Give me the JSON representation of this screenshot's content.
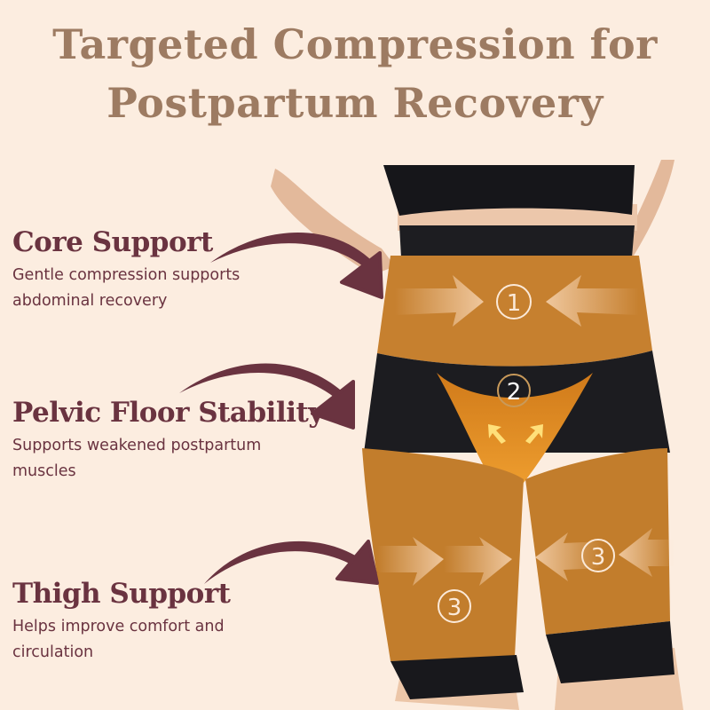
{
  "title": {
    "line1": "Targeted Compression for",
    "line2": "Postpartum Recovery"
  },
  "features": [
    {
      "heading": "Core Support",
      "description": "Gentle compression supports abdominal recovery",
      "zone_number": "1"
    },
    {
      "heading": "Pelvic Floor Stability",
      "description": "Supports weakened postpartum muscles",
      "zone_number": "2"
    },
    {
      "heading": "Thigh Support",
      "description": "Helps improve comfort and circulation",
      "zone_number": "3"
    }
  ],
  "zone_labels": {
    "zone1": "1",
    "zone2": "2",
    "zone3_left": "3",
    "zone3_right": "3"
  },
  "colors": {
    "background": "#fcede0",
    "title": "#9d7b62",
    "accent": "#6a3340",
    "highlight_orange": "#c8822f",
    "garment_black": "#1c1c20",
    "skin": "#e6bfa2"
  }
}
